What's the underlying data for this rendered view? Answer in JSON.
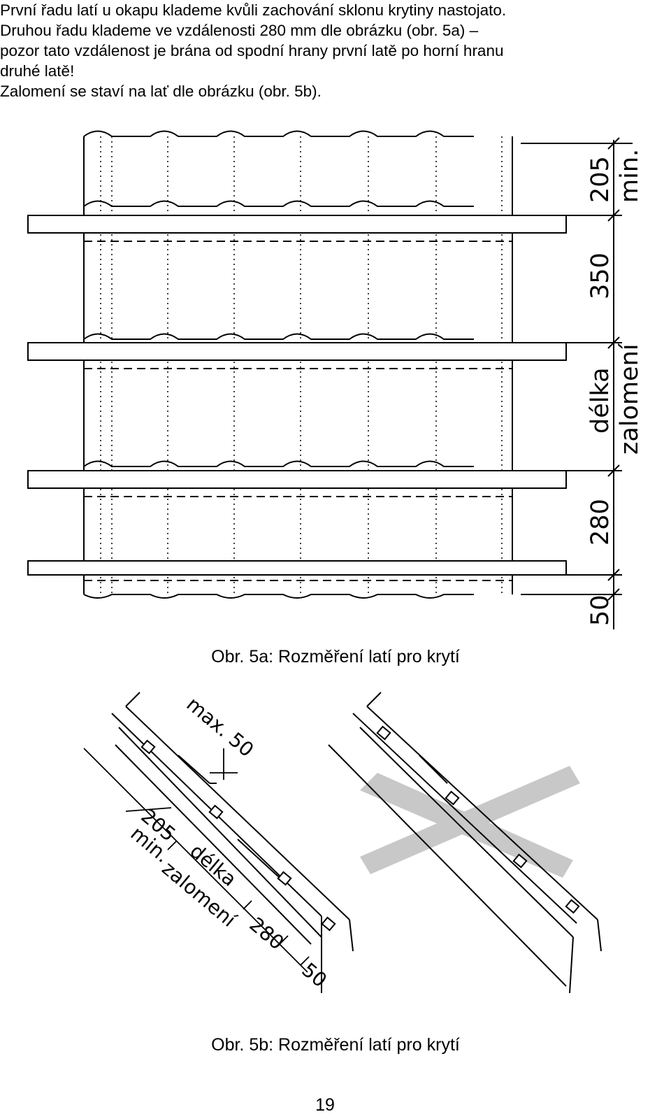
{
  "intro": {
    "line1": "První řadu latí u okapu klademe kvůli zachování sklonu krytiny nastojato.",
    "line2": "Druhou řadu klademe ve vzdálenosti 280 mm dle obrázku (obr. 5a) –",
    "line3": "pozor tato vzdálenost je brána od spodní hrany první latě po horní hranu",
    "line4": "druhé latě!",
    "line5": "Zalomení se staví na lať dle obrázku (obr. 5b)."
  },
  "fig5a": {
    "dim_205": "205",
    "dim_min": "min.",
    "dim_350": "350",
    "dim_delka": "délka",
    "dim_zalomeni": "zalomení",
    "dim_280": "280",
    "dim_50": "50",
    "caption": "Obr. 5a: Rozměření latí pro krytí"
  },
  "fig5b": {
    "max50": "max. 50",
    "dim_205": "205",
    "dim_min": "min.",
    "dim_delka": "délka",
    "dim_zalomeni": "zalomení",
    "dim_280": "280",
    "dim_50": "50",
    "caption": "Obr. 5b: Rozměření latí pro krytí"
  },
  "page_number": "19"
}
